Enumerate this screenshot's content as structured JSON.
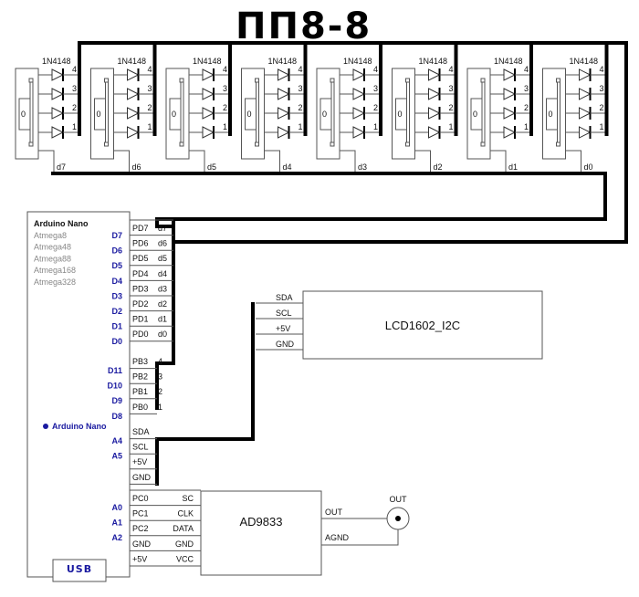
{
  "title": "ПП8-8",
  "switch_modules": [
    {
      "diode_label": "1N4148",
      "position_label": "0",
      "taps": [
        "4",
        "3",
        "2",
        "1"
      ],
      "output": "d7"
    },
    {
      "diode_label": "1N4148",
      "position_label": "0",
      "taps": [
        "4",
        "3",
        "2",
        "1"
      ],
      "output": "d6"
    },
    {
      "diode_label": "1N4148",
      "position_label": "0",
      "taps": [
        "4",
        "3",
        "2",
        "1"
      ],
      "output": "d5"
    },
    {
      "diode_label": "1N4148",
      "position_label": "0",
      "taps": [
        "4",
        "3",
        "2",
        "1"
      ],
      "output": "d4"
    },
    {
      "diode_label": "1N4148",
      "position_label": "0",
      "taps": [
        "4",
        "3",
        "2",
        "1"
      ],
      "output": "d3"
    },
    {
      "diode_label": "1N4148",
      "position_label": "0",
      "taps": [
        "4",
        "3",
        "2",
        "1"
      ],
      "output": "d2"
    },
    {
      "diode_label": "1N4148",
      "position_label": "0",
      "taps": [
        "4",
        "3",
        "2",
        "1"
      ],
      "output": "d1"
    },
    {
      "diode_label": "1N4148",
      "position_label": "0",
      "taps": [
        "4",
        "3",
        "2",
        "1"
      ],
      "output": "d0"
    }
  ],
  "arduino": {
    "title": "Arduino Nano",
    "variants": [
      "Atmega8",
      "Atmega48",
      "Atmega88",
      "Atmega168",
      "Atmega328"
    ],
    "marker_label": "Arduino Nano",
    "usb_label": "USB",
    "port_d": [
      {
        "pin": "D7",
        "port": "PD7",
        "net": "d7"
      },
      {
        "pin": "D6",
        "port": "PD6",
        "net": "d6"
      },
      {
        "pin": "D5",
        "port": "PD5",
        "net": "d5"
      },
      {
        "pin": "D4",
        "port": "PD4",
        "net": "d4"
      },
      {
        "pin": "D3",
        "port": "PD3",
        "net": "d3"
      },
      {
        "pin": "D2",
        "port": "PD2",
        "net": "d2"
      },
      {
        "pin": "D1",
        "port": "PD1",
        "net": "d1"
      },
      {
        "pin": "D0",
        "port": "PD0",
        "net": "d0"
      }
    ],
    "port_b": [
      {
        "pin": "D11",
        "port": "PB3",
        "net": "4"
      },
      {
        "pin": "D10",
        "port": "PB2",
        "net": "3"
      },
      {
        "pin": "D9",
        "port": "PB1",
        "net": "2"
      },
      {
        "pin": "D8",
        "port": "PB0",
        "net": "1"
      }
    ],
    "i2c": [
      {
        "pin": "A4",
        "port": "SDA"
      },
      {
        "pin": "A5",
        "port": "SCL"
      },
      {
        "pin": "",
        "port": "+5V"
      },
      {
        "pin": "",
        "port": "GND"
      }
    ],
    "spi": [
      {
        "pin": "A0",
        "port": "PC0",
        "net": "SC"
      },
      {
        "pin": "A1",
        "port": "PC1",
        "net": "CLK"
      },
      {
        "pin": "A2",
        "port": "PC2",
        "net": "DATA"
      },
      {
        "pin": "",
        "port": "GND",
        "net": "GND"
      },
      {
        "pin": "",
        "port": "+5V",
        "net": "VCC"
      }
    ]
  },
  "lcd": {
    "name": "LCD1602_I2C",
    "pins": [
      "SDA",
      "SCL",
      "+5V",
      "GND"
    ]
  },
  "dds": {
    "name": "AD9833",
    "out_pins": [
      "OUT",
      "AGND"
    ]
  },
  "connector": {
    "label": "OUT"
  }
}
